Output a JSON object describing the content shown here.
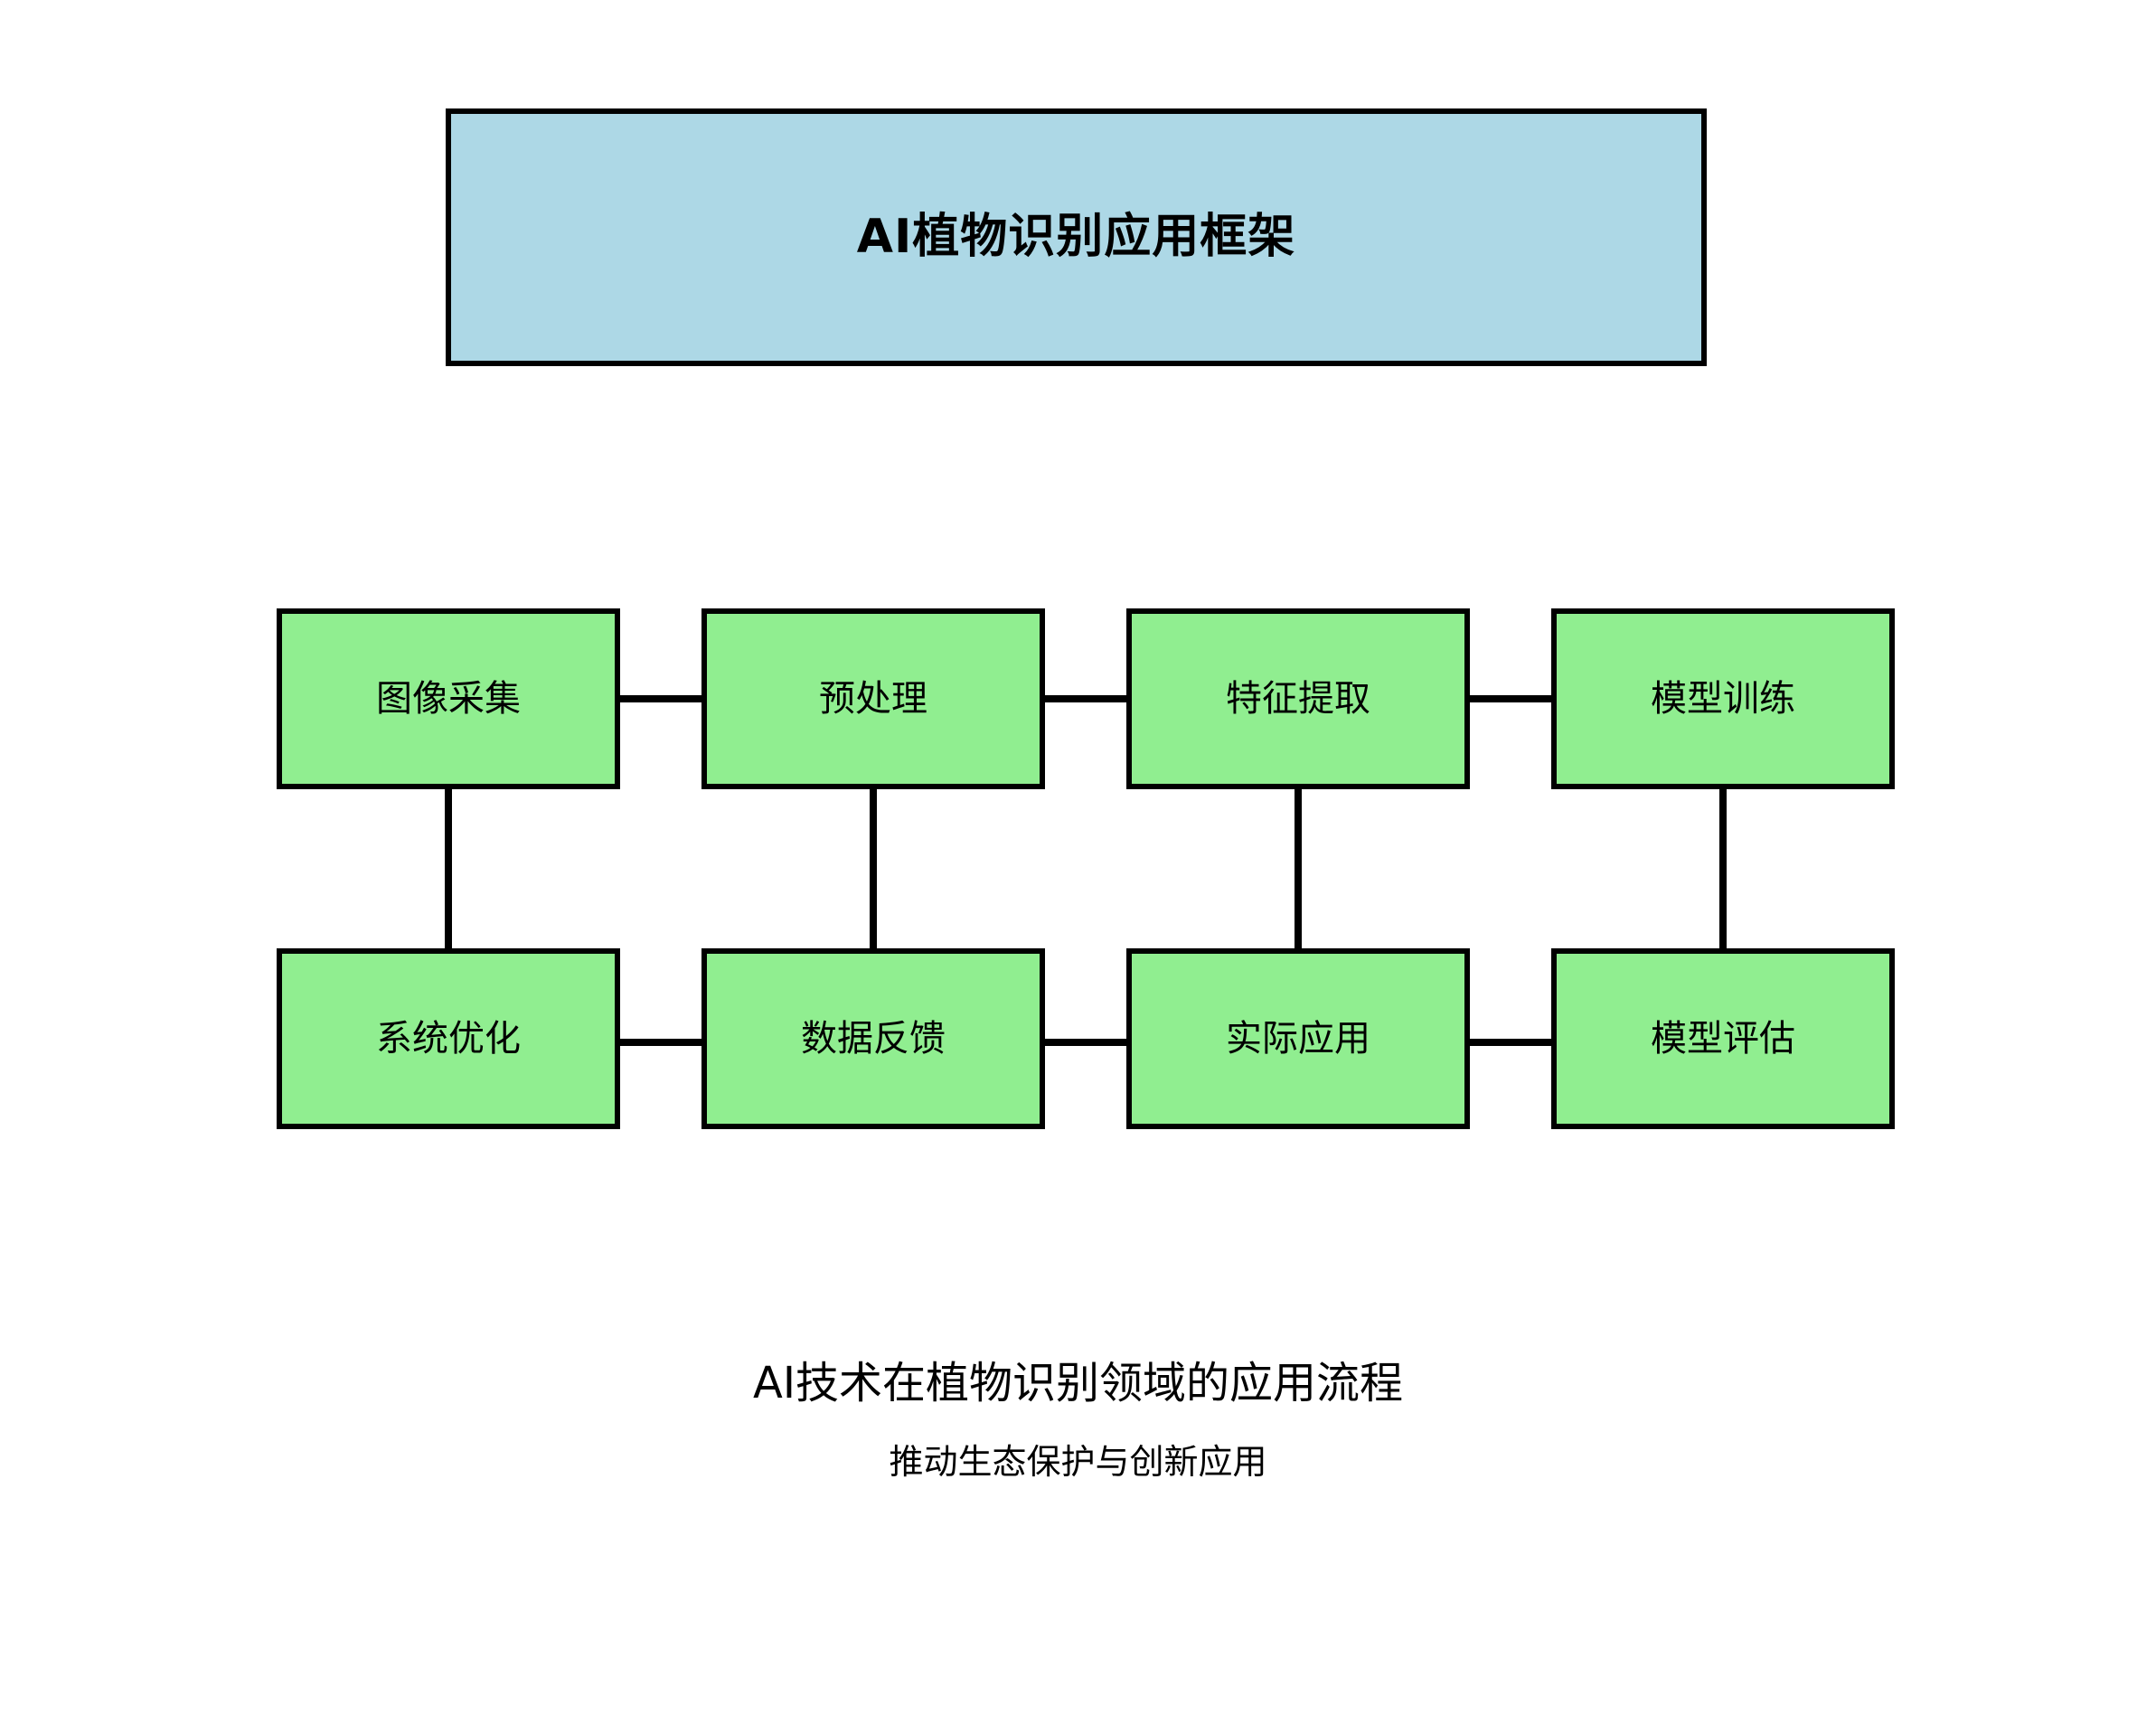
{
  "header": {
    "title": "AI植物识别应用框架",
    "fill_color": "#ADD8E6",
    "border_color": "#000000"
  },
  "flow": {
    "node_fill_color": "#90EE90",
    "node_border_color": "#000000",
    "connector_color": "#000000",
    "rows": [
      {
        "row_name": "top-row",
        "nodes": [
          {
            "id": "image-collection",
            "label": "图像采集"
          },
          {
            "id": "preprocessing",
            "label": "预处理"
          },
          {
            "id": "feature-extraction",
            "label": "特征提取"
          },
          {
            "id": "model-training",
            "label": "模型训练"
          }
        ]
      },
      {
        "row_name": "bottom-row",
        "nodes": [
          {
            "id": "system-optimization",
            "label": "系统优化"
          },
          {
            "id": "data-feedback",
            "label": "数据反馈"
          },
          {
            "id": "practical-application",
            "label": "实际应用"
          },
          {
            "id": "model-evaluation",
            "label": "模型评估"
          }
        ]
      }
    ]
  },
  "captions": {
    "main": "AI技术在植物识别领域的应用流程",
    "sub": "推动生态保护与创新应用"
  }
}
